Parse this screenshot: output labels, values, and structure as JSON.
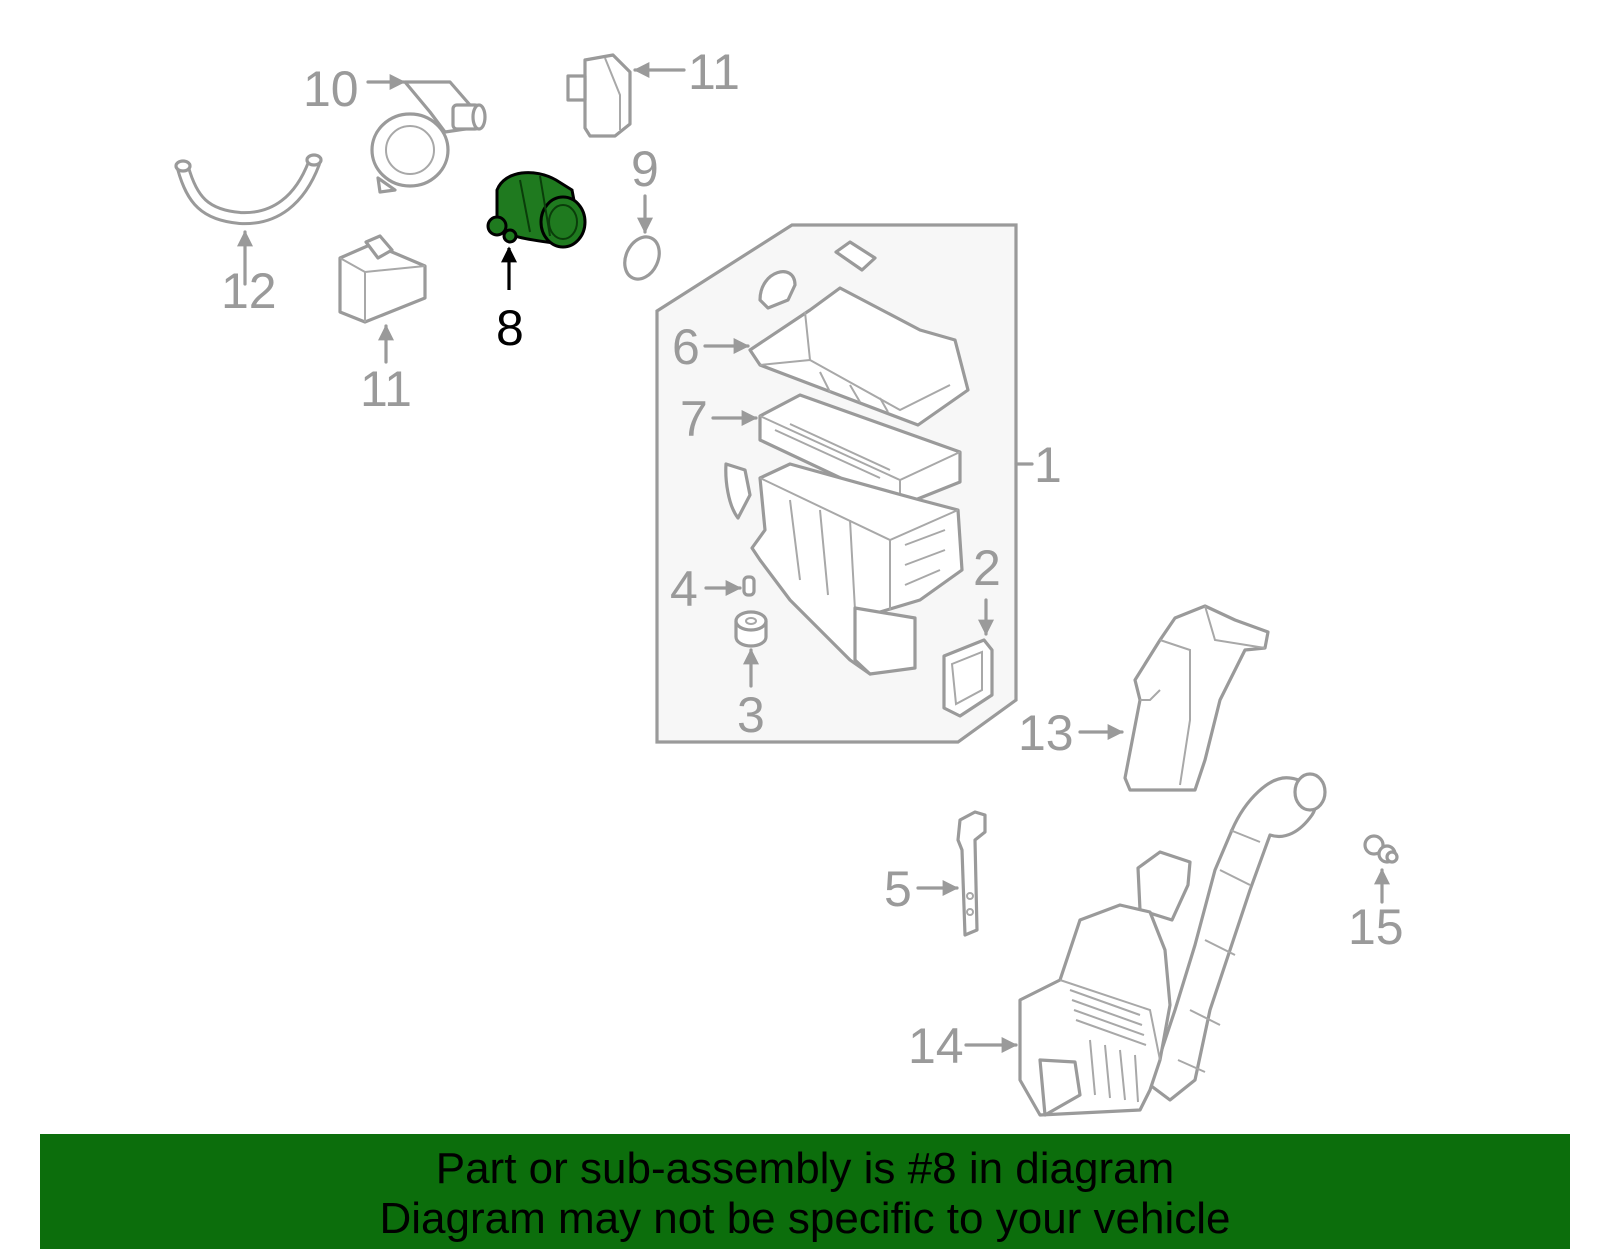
{
  "callouts": {
    "n1": "1",
    "n2": "2",
    "n3": "3",
    "n4": "4",
    "n5": "5",
    "n6": "6",
    "n7": "7",
    "n8": "8",
    "n9": "9",
    "n10": "10",
    "n11a": "11",
    "n11b": "11",
    "n12": "12",
    "n13": "13",
    "n14": "14",
    "n15": "15"
  },
  "highlighted_part": "8",
  "colors": {
    "highlight_part": "#1f7a1f",
    "banner_background": "#0c6e0c",
    "line_art": "#9a9a9a",
    "assembly_box_fill": "#f7f7f7"
  },
  "banner": {
    "line1": "Part or sub-assembly is #8 in diagram",
    "line2": "Diagram may not be specific to your vehicle"
  }
}
